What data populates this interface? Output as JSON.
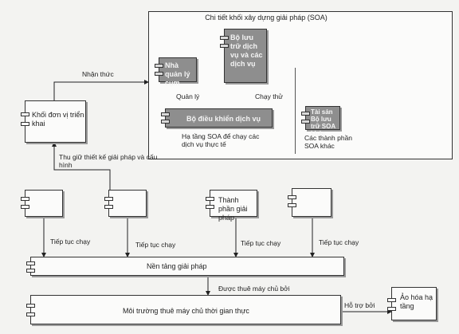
{
  "soa_panel": {
    "title": "Chi tiết khối xây dựng giải pháp (SOA)",
    "nodes": {
      "service_store": "Bộ lưu trữ dịch vụ và các dịch vụ",
      "cluster_manager": "Nhà quản lý cụm",
      "service_controller": "Bộ điều khiển dịch vụ",
      "other_services": "Tài sản Bộ lưu trữ SOA khác"
    },
    "labels": {
      "manage": "Quản lý",
      "run_test": "Chạy thử",
      "infra_caption": "Hạ tầng SOA để chạy các dịch vụ thực tế",
      "other_caption": "Các thành phần SOA khác"
    }
  },
  "deploy_unit": "Khối đơn vị triển khai",
  "edge_labels": {
    "aware": "Nhận thức",
    "capture": "Thu giữ thiết kế giải pháp và cấu hình",
    "continue1": "Tiếp tục chạy",
    "continue2": "Tiếp tục chạy",
    "continue3": "Tiếp tục chạy",
    "continue4": "Tiếp tục chạy",
    "hosted_by": "Được thuê máy chủ bởi",
    "supported_by": "Hỗ trợ bởi"
  },
  "components": {
    "c3": "Thành phần giải pháp"
  },
  "platform": "Nền tảng giải pháp",
  "hosting": "Môi trường thuê máy chủ thời gian thực",
  "infra_virt": "Ảo hóa hạ tầng"
}
